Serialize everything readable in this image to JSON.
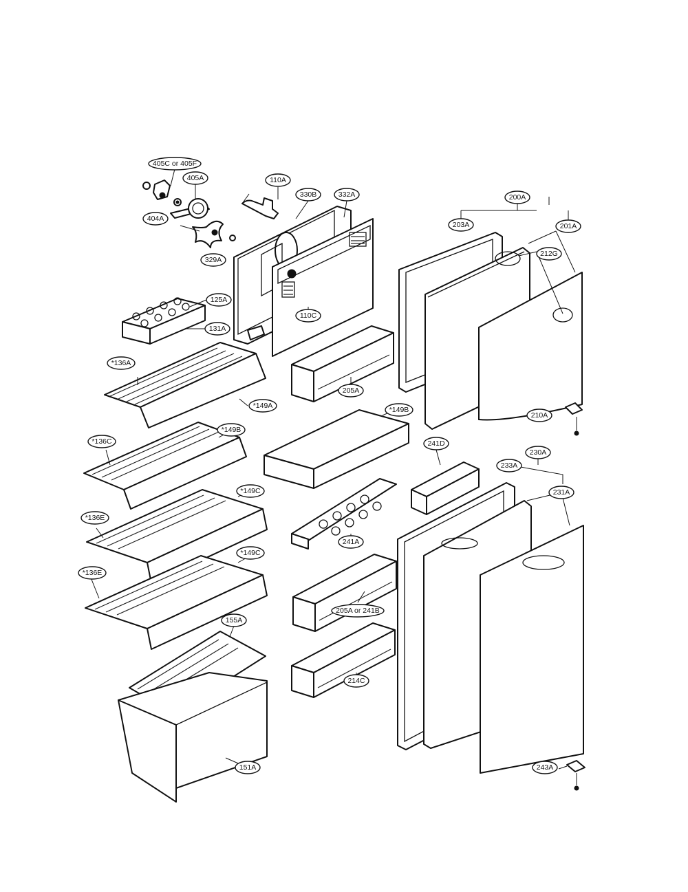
{
  "callouts": [
    {
      "id": "c405c",
      "label": "405C or 405F"
    },
    {
      "id": "c405a",
      "label": "405A"
    },
    {
      "id": "c404a",
      "label": "404A"
    },
    {
      "id": "c329a",
      "label": "329A"
    },
    {
      "id": "c110a",
      "label": "110A"
    },
    {
      "id": "c330b",
      "label": "330B"
    },
    {
      "id": "c332a",
      "label": "332A"
    },
    {
      "id": "c125a",
      "label": "125A"
    },
    {
      "id": "c131a",
      "label": "131A"
    },
    {
      "id": "c110c",
      "label": "110C"
    },
    {
      "id": "c200a",
      "label": "200A"
    },
    {
      "id": "c203a",
      "label": "203A"
    },
    {
      "id": "c201a",
      "label": "201A"
    },
    {
      "id": "c212g",
      "label": "212G"
    },
    {
      "id": "c210a",
      "label": "210A"
    },
    {
      "id": "c136a",
      "label": "*136A"
    },
    {
      "id": "c149a",
      "label": "*149A"
    },
    {
      "id": "c205a",
      "label": "205A"
    },
    {
      "id": "c149b1",
      "label": "*149B"
    },
    {
      "id": "c149b2",
      "label": "*149B"
    },
    {
      "id": "c136c",
      "label": "*136C"
    },
    {
      "id": "c241d",
      "label": "241D"
    },
    {
      "id": "c230a",
      "label": "230A"
    },
    {
      "id": "c233a",
      "label": "233A"
    },
    {
      "id": "c231a",
      "label": "231A"
    },
    {
      "id": "c149c1",
      "label": "*149C"
    },
    {
      "id": "c136e1",
      "label": "*136E"
    },
    {
      "id": "c241a",
      "label": "241A"
    },
    {
      "id": "c149c2",
      "label": "*149C"
    },
    {
      "id": "c136e2",
      "label": "*136E"
    },
    {
      "id": "c205a241b",
      "label": "205A or 241B"
    },
    {
      "id": "c155a",
      "label": "155A"
    },
    {
      "id": "c214c",
      "label": "214C"
    },
    {
      "id": "c151a",
      "label": "151A"
    },
    {
      "id": "c243a",
      "label": "243A"
    }
  ]
}
